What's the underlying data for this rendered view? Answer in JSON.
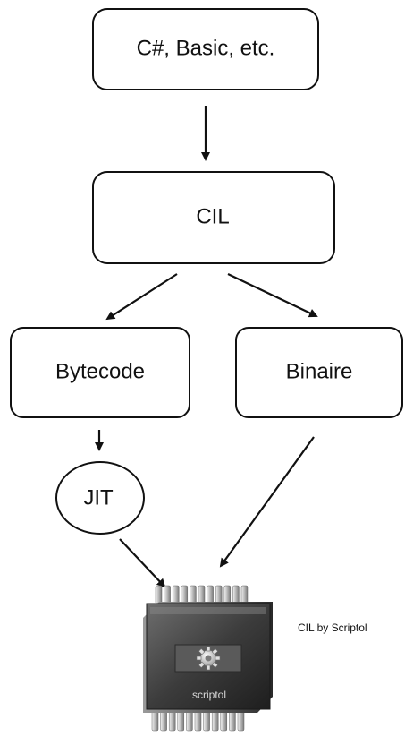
{
  "nodes": {
    "languages": "C#, Basic, etc.",
    "cil": "CIL",
    "bytecode": "Bytecode",
    "binaire": "Binaire",
    "jit": "JIT"
  },
  "chip": {
    "label": "scriptol",
    "icon": "gear-icon"
  },
  "credit": "CIL by Scriptol"
}
